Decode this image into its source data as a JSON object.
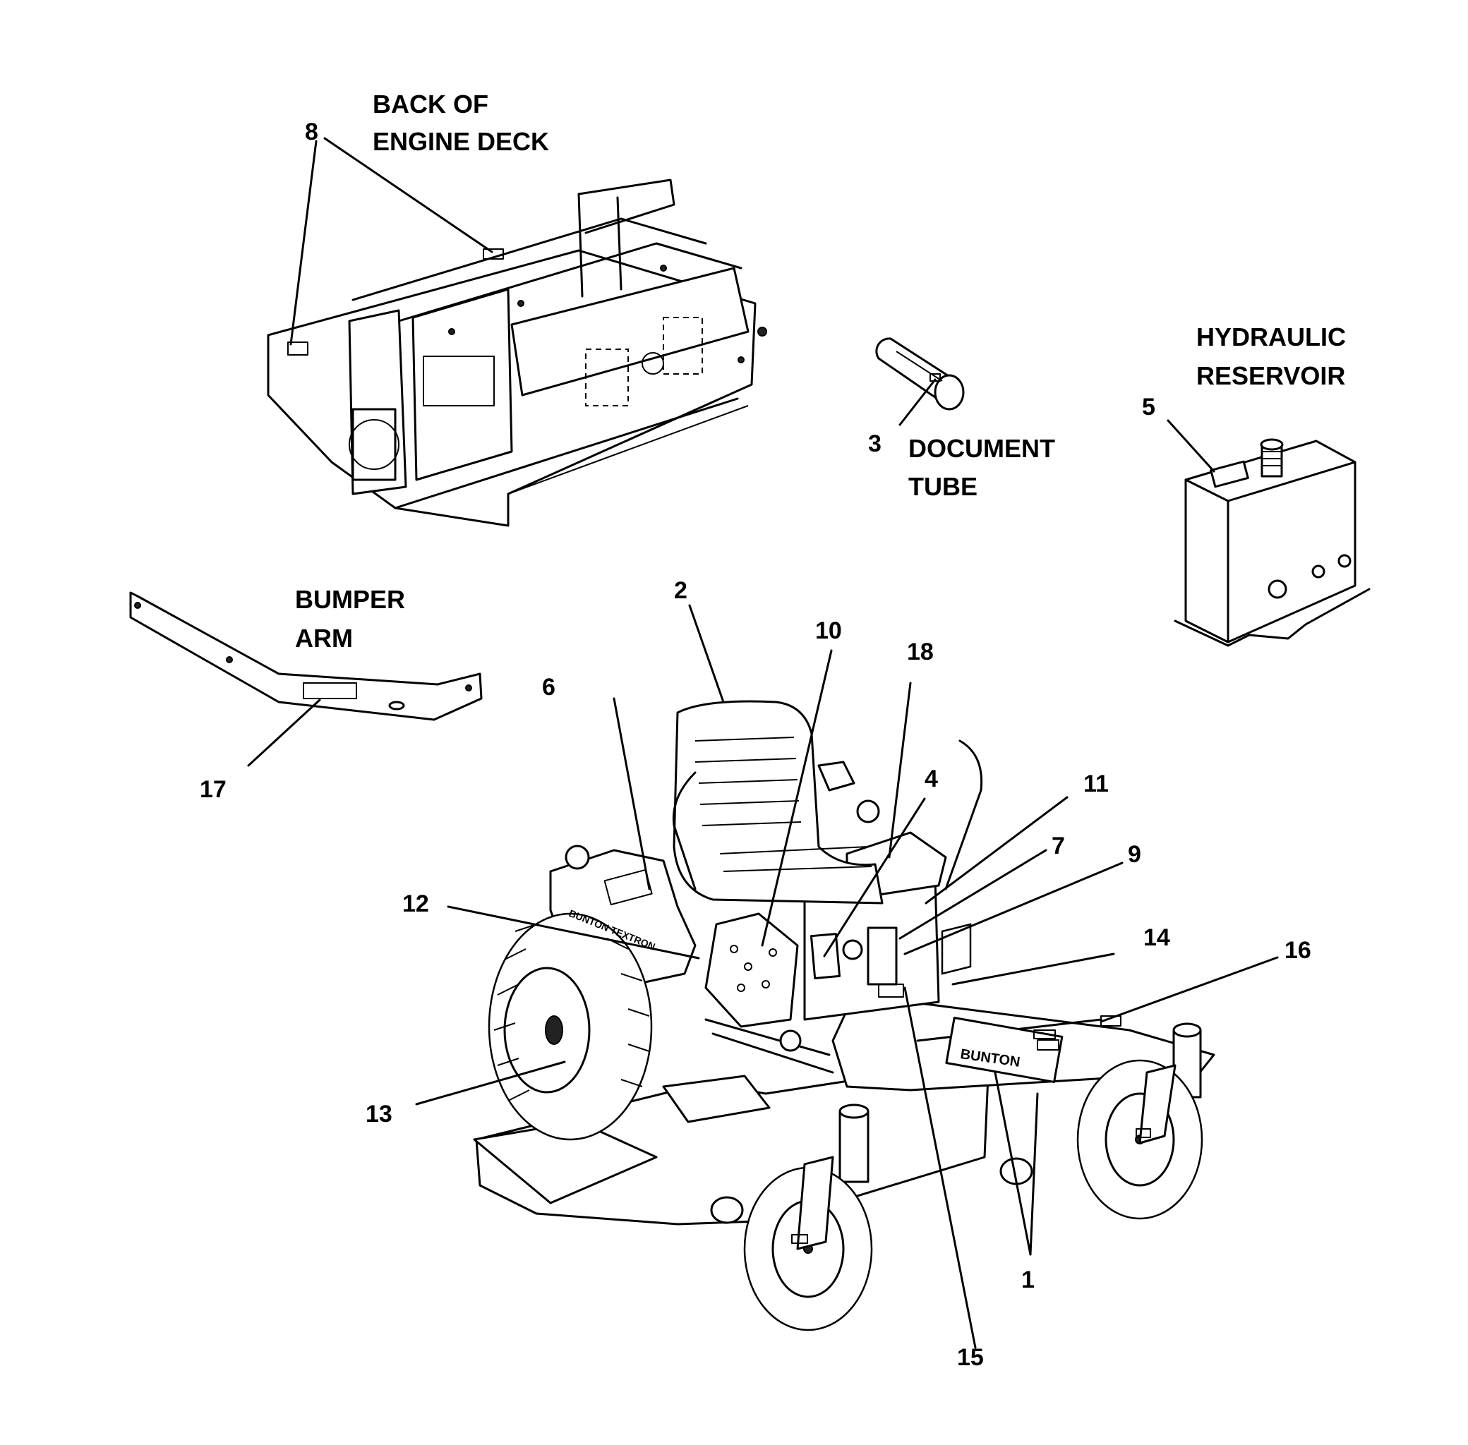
{
  "captions": {
    "engine_deck": [
      "BACK OF",
      "ENGINE DECK"
    ],
    "document_tube": [
      "DOCUMENT",
      "TUBE"
    ],
    "hydraulic_reservoir": [
      "HYDRAULIC",
      "RESERVOIR"
    ],
    "bumper_arm": [
      "BUMPER",
      "ARM"
    ]
  },
  "callouts": {
    "c1": "1",
    "c2": "2",
    "c3": "3",
    "c4": "4",
    "c5": "5",
    "c6": "6",
    "c7": "7",
    "c8": "8",
    "c9": "9",
    "c10": "10",
    "c11": "11",
    "c12": "12",
    "c13": "13",
    "c14": "14",
    "c15": "15",
    "c16": "16",
    "c17": "17",
    "c18": "18"
  },
  "decal_text": {
    "deck_brand": "BUNTON",
    "tank_brand": "BUNTON TEXTRON"
  }
}
